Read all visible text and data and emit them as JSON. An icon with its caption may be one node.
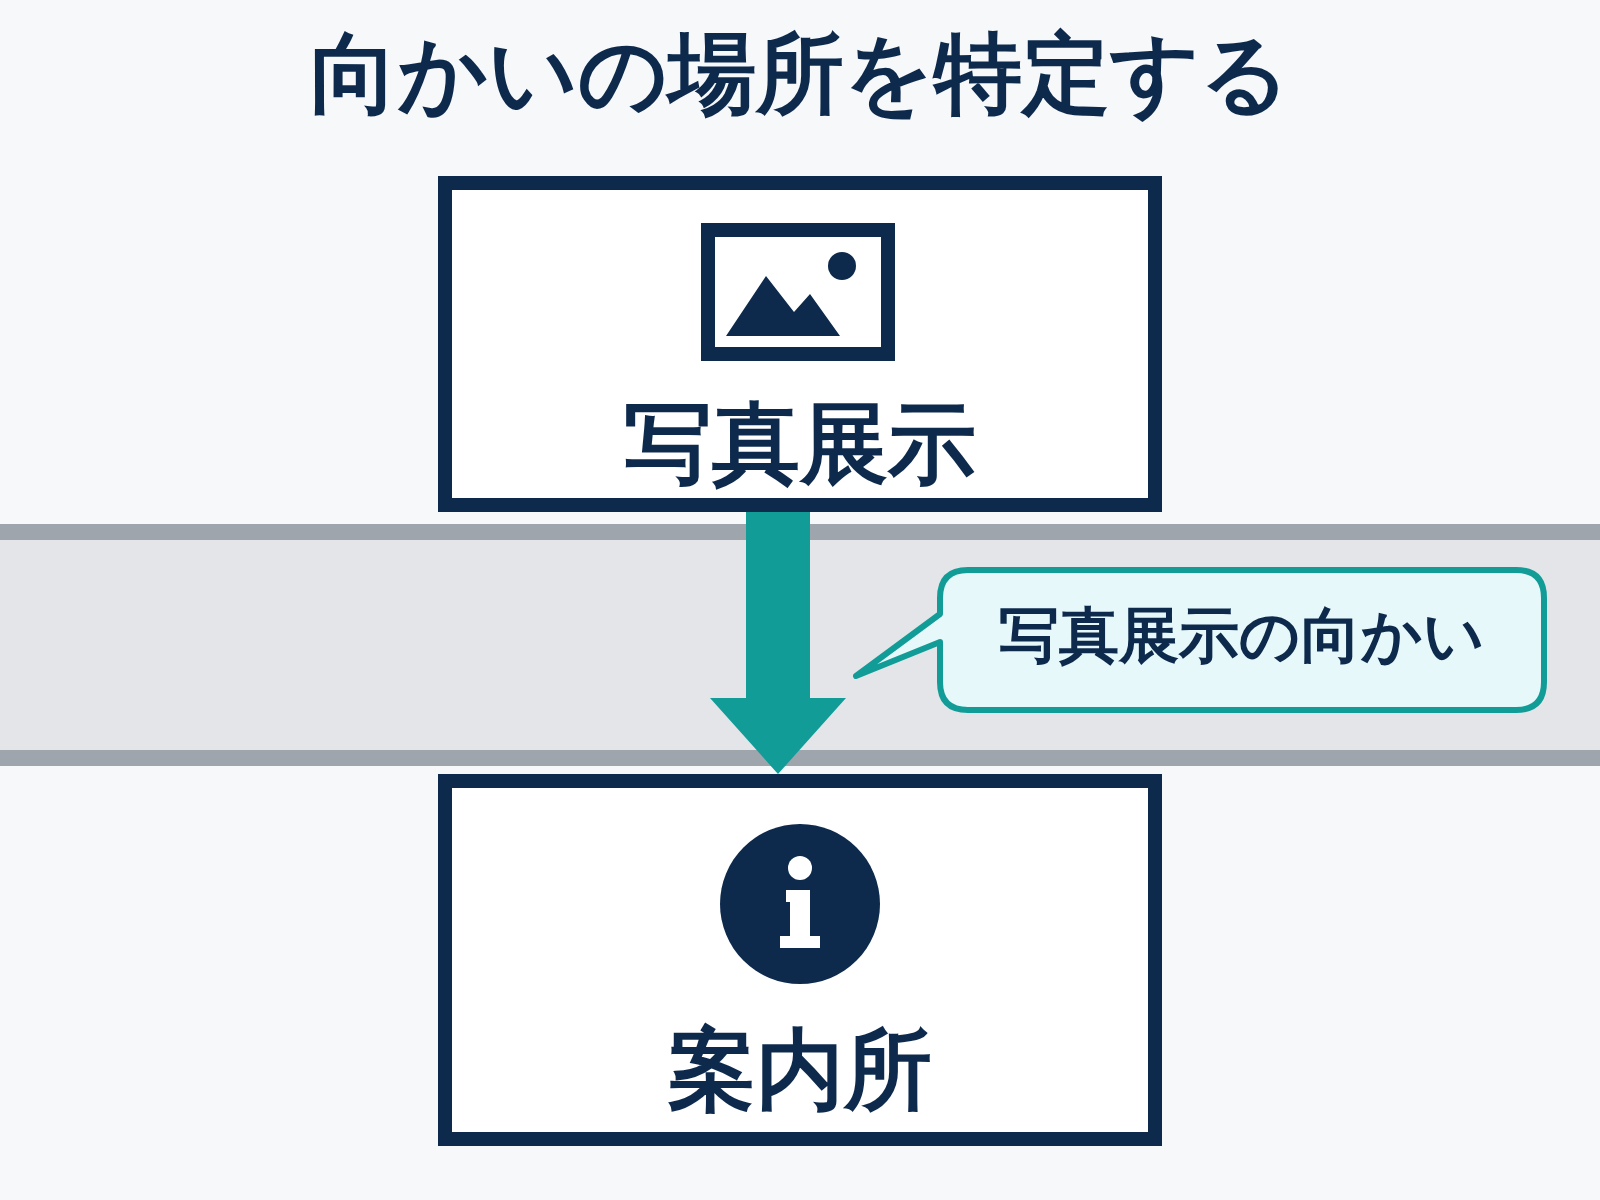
{
  "diagram": {
    "title": "向かいの場所を特定する",
    "nodes": [
      {
        "text": [
          "写真展示"
        ]
      },
      {
        "text": [
          "案内所"
        ]
      },
      {
        "text": [
          "写真展示の向かい"
        ]
      }
    ],
    "edges": [
      {
        "from": 0,
        "to": 1,
        "arrow": "to",
        "style": "thick"
      }
    ]
  }
}
